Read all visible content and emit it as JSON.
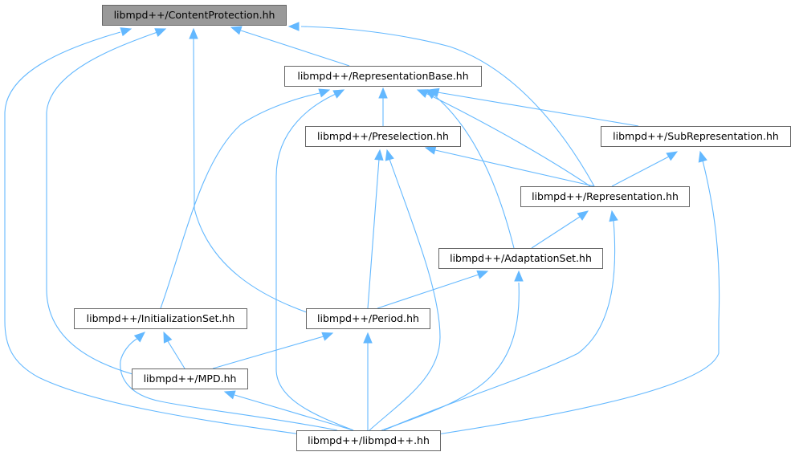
{
  "colors": {
    "edge": "#63b8ff",
    "node_border": "#666666",
    "root_fill": "#999999",
    "node_fill": "#ffffff"
  },
  "nodes": {
    "content_protection": "libmpd++/ContentProtection.hh",
    "representation_base": "libmpd++/RepresentationBase.hh",
    "preselection": "libmpd++/Preselection.hh",
    "sub_representation": "libmpd++/SubRepresentation.hh",
    "representation": "libmpd++/Representation.hh",
    "adaptation_set": "libmpd++/AdaptationSet.hh",
    "initialization_set": "libmpd++/InitializationSet.hh",
    "period": "libmpd++/Period.hh",
    "mpd": "libmpd++/MPD.hh",
    "libmpdpp": "libmpd++/libmpd++.hh"
  },
  "edges": [
    {
      "from": "representation_base",
      "to": "content_protection"
    },
    {
      "from": "representation",
      "to": "content_protection"
    },
    {
      "from": "period",
      "to": "content_protection"
    },
    {
      "from": "mpd",
      "to": "content_protection"
    },
    {
      "from": "libmpdpp",
      "to": "content_protection"
    },
    {
      "from": "preselection",
      "to": "representation_base"
    },
    {
      "from": "sub_representation",
      "to": "representation_base"
    },
    {
      "from": "representation",
      "to": "representation_base"
    },
    {
      "from": "adaptation_set",
      "to": "representation_base"
    },
    {
      "from": "initialization_set",
      "to": "representation_base"
    },
    {
      "from": "libmpdpp",
      "to": "representation_base"
    },
    {
      "from": "representation",
      "to": "preselection"
    },
    {
      "from": "period",
      "to": "preselection"
    },
    {
      "from": "libmpdpp",
      "to": "preselection"
    },
    {
      "from": "representation",
      "to": "sub_representation"
    },
    {
      "from": "libmpdpp",
      "to": "sub_representation"
    },
    {
      "from": "adaptation_set",
      "to": "representation"
    },
    {
      "from": "libmpdpp",
      "to": "representation"
    },
    {
      "from": "period",
      "to": "adaptation_set"
    },
    {
      "from": "libmpdpp",
      "to": "adaptation_set"
    },
    {
      "from": "mpd",
      "to": "initialization_set"
    },
    {
      "from": "libmpdpp",
      "to": "initialization_set"
    },
    {
      "from": "mpd",
      "to": "period"
    },
    {
      "from": "libmpdpp",
      "to": "period"
    },
    {
      "from": "libmpdpp",
      "to": "mpd"
    }
  ]
}
